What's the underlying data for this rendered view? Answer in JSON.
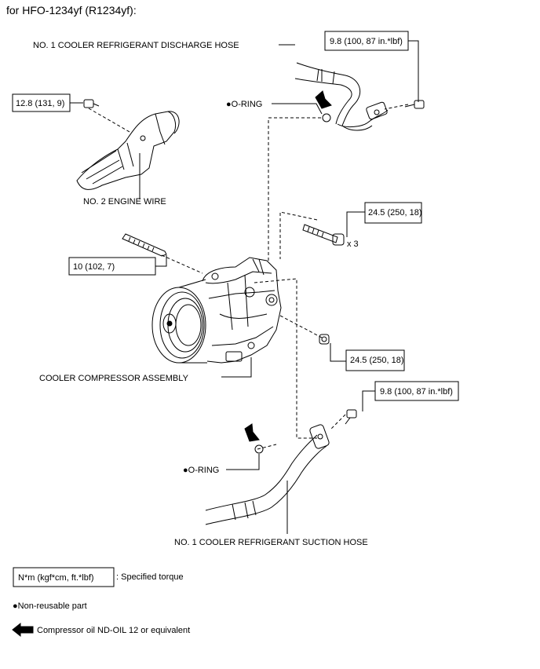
{
  "title": "for HFO-1234yf (R1234yf):",
  "labels": {
    "discharge_hose": "NO. 1 COOLER REFRIGERANT DISCHARGE HOSE",
    "engine_wire": "NO. 2 ENGINE WIRE",
    "oring_top": "●O-RING",
    "oring_bottom": "●O-RING",
    "compressor": "COOLER COMPRESSOR ASSEMBLY",
    "suction_hose": "NO. 1 COOLER REFRIGERANT SUCTION HOSE",
    "qty_bolts": "x 3"
  },
  "torques": {
    "discharge_bolt": "9.8 (100, 87 in.*lbf)",
    "wire_bolt": "12.8 (131, 9)",
    "stud": "10 (102, 7)",
    "mount_bolts": "24.5 (250, 18)",
    "mount_nut": "24.5 (250, 18)",
    "suction_bolt": "9.8 (100, 87 in.*lbf)"
  },
  "legend": {
    "unit_box": "N*m (kgf*cm, ft.*lbf)",
    "unit_text": ": Specified torque",
    "nonreusable": "●Non-reusable part",
    "oil": "Compressor oil ND-OIL 12 or equivalent"
  }
}
